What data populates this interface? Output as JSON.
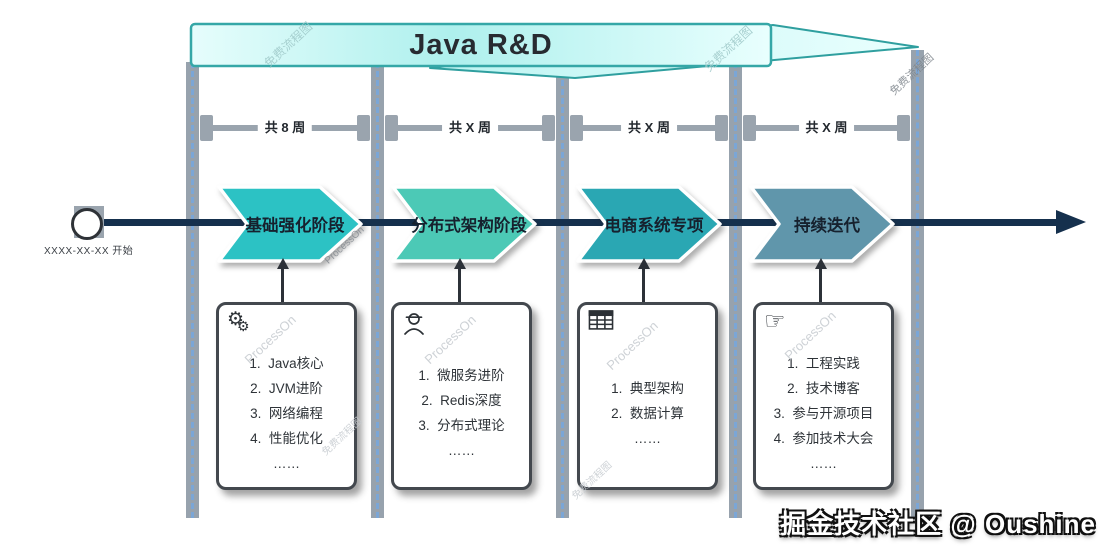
{
  "banner": {
    "title": "Java R&D"
  },
  "start": {
    "label": "XXXX-XX-XX 开始"
  },
  "phases": [
    {
      "name": "基础强化阶段",
      "duration": "共 8 周",
      "color": "#2cc2c4",
      "icon": "gears-icon",
      "items": [
        "1.  Java核心",
        "2.  JVM进阶",
        "3.  网络编程",
        "4.  性能优化",
        "……"
      ]
    },
    {
      "name": "分布式架构阶段",
      "duration": "共 X 周",
      "color": "#4cc9b6",
      "icon": "engineer-icon",
      "items": [
        "1.  微服务进阶",
        "2.  Redis深度",
        "3.  分布式理论",
        "……"
      ]
    },
    {
      "name": "电商系统专项",
      "duration": "共 X 周",
      "color": "#2aa7b3",
      "icon": "table-icon",
      "items": [
        "1.  典型架构",
        "2.  数据计算",
        "……"
      ]
    },
    {
      "name": "持续迭代",
      "duration": "共 X 周",
      "color": "#6096ab",
      "icon": "pointing-hand-icon",
      "items": [
        "1.  工程实践",
        "2.  技术博客",
        "3.  参与开源项目",
        "4.  参加技术大会",
        "……"
      ]
    }
  ],
  "watermarks": {
    "brand": "ProcessOn",
    "slogan": "免费流程图",
    "credit": "掘金技术社区 @ Oushine"
  }
}
